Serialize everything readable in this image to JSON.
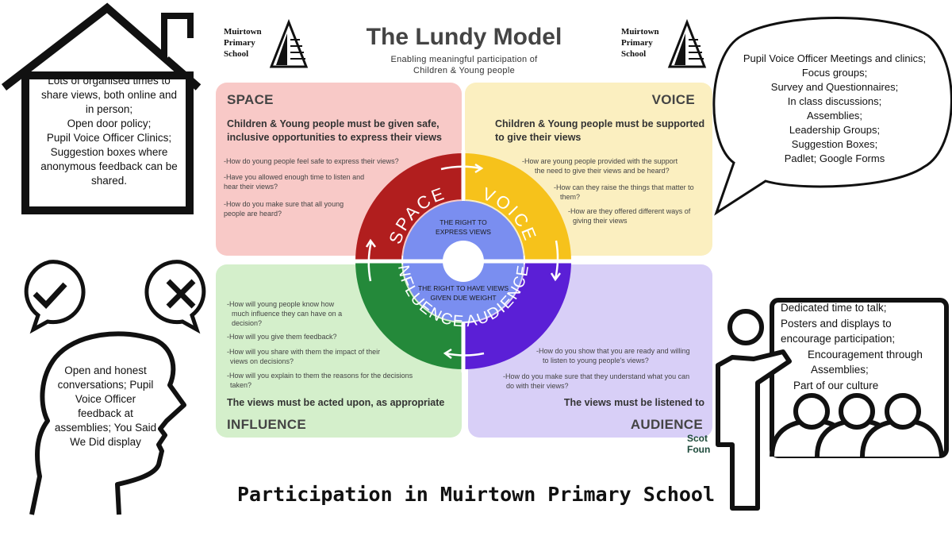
{
  "header": {
    "title": "The Lundy Model",
    "subtitle_line1": "Enabling meaningful participation of",
    "subtitle_line2": "Children & Young people",
    "school_left": [
      "Muirtown",
      "Primary",
      "School"
    ],
    "school_right": [
      "Muirtown",
      "Primary",
      "School"
    ]
  },
  "quadrants": {
    "space": {
      "title": "SPACE",
      "heading_line1": "Children & Young people must be given safe,",
      "heading_line2": "inclusive opportunities to express their views",
      "items": [
        "-How do young people feel safe to express their views?",
        "-Have you allowed enough time to listen and",
        "hear their views?",
        "-How do you make sure that all young",
        "people are heard?"
      ]
    },
    "voice": {
      "title": "VOICE",
      "heading_line1": "Children & Young people must be supported",
      "heading_line2": "to give their views",
      "items": [
        "-How are young people provided with the support",
        "the need to give their views and be heard?",
        "-How can they raise the things that matter to",
        "them?",
        "-How are they offered different ways of",
        "giving their views"
      ]
    },
    "influence": {
      "title": "INFLUENCE",
      "footer": "The views must be acted upon, as appropriate",
      "items": [
        "-How will young people know how",
        "much influence they can have on a",
        "decision?",
        "-How will you give them feedback?",
        "-How will you share with them the impact of their",
        "views on decisions?",
        "-How will you explain to them the reasons for the decisions",
        "taken?"
      ]
    },
    "audience": {
      "title": "AUDIENCE",
      "footer": "The views must be listened to",
      "items": [
        "-How do you show that you are ready and willing",
        "to listen to young people's views?",
        "-How do you make sure that they understand what you can",
        "do with their views?"
      ]
    }
  },
  "ring": {
    "space": "SPACE",
    "voice": "VOICE",
    "audience": "AUDIENCE",
    "influence": "INFLUENCE",
    "center_top_line1": "THE RIGHT TO",
    "center_top_line2": "EXPRESS VIEWS",
    "center_bottom_line1": "THE RIGHT TO HAVE VIEWS",
    "center_bottom_line2": "GIVEN DUE WEIGHT",
    "colors": {
      "space": "#b11e1e",
      "voice": "#f6c21b",
      "audience": "#5b1fd6",
      "influence": "#24893a",
      "inner": "#7a8ef0"
    }
  },
  "notes": {
    "house": [
      "Lots of organised times to",
      "share views, both online and",
      "in person;",
      "Open door policy;",
      "Pupil Voice Officer Clinics;",
      "Suggestion boxes where",
      "anonymous feedback can be",
      "shared."
    ],
    "speech": [
      "Pupil Voice Officer Meetings and clinics;",
      "Focus groups;",
      "Survey and Questionnaires;",
      "In class discussions;",
      "Assemblies;",
      "Leadership Groups;",
      "Suggestion Boxes;",
      "Padlet; Google Forms"
    ],
    "head": [
      "Open and honest",
      "conversations; Pupil",
      "Voice Officer",
      "feedback at",
      "assemblies; You Said",
      "We Did display"
    ],
    "board": [
      "Dedicated time to talk;",
      "Posters and displays to",
      "encourage participation;",
      "Encouragement through",
      "Assemblies;",
      "Part of our culture"
    ]
  },
  "footer_logo": [
    "Scot",
    "Foun"
  ],
  "caption": "Participation in Muirtown Primary School"
}
